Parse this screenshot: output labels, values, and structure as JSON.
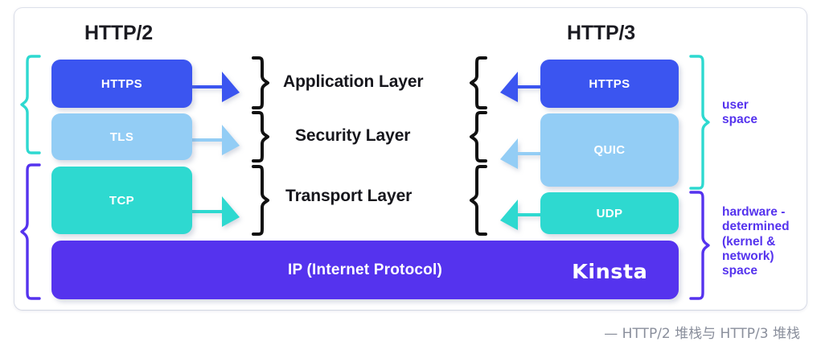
{
  "card": {
    "left_stack_title": "HTTP/2",
    "right_stack_title": "HTTP/3"
  },
  "layers": [
    {
      "name": "Application Layer"
    },
    {
      "name": "Security Layer"
    },
    {
      "name": "Transport Layer"
    }
  ],
  "left_stack": {
    "boxes": [
      {
        "label": "HTTPS",
        "color": "#3b55f0"
      },
      {
        "label": "TLS",
        "color": "#93cdf5"
      },
      {
        "label": "TCP",
        "color": "#2ed9d0"
      }
    ]
  },
  "right_stack": {
    "boxes": [
      {
        "label": "HTTPS",
        "color": "#3b55f0"
      },
      {
        "label": "QUIC",
        "color": "#93cdf5"
      },
      {
        "label": "UDP",
        "color": "#2ed9d0"
      }
    ]
  },
  "base_bar": {
    "label": "IP (Internet Protocol)",
    "color": "#5533ee",
    "logo": "Kinsta"
  },
  "annotations": {
    "user_space": "user\nspace",
    "hardware_space": "hardware -\ndetermined\n(kernel &\nnetwork)\nspace"
  },
  "caption": "— HTTP/2 堆栈与 HTTP/3 堆栈",
  "colors": {
    "royal_blue": "#3b55f0",
    "light_blue": "#93cdf5",
    "turquoise": "#2ed9d0",
    "purple": "#5533ee",
    "brace_black": "#111111",
    "caption_gray": "#8a8f9c"
  }
}
